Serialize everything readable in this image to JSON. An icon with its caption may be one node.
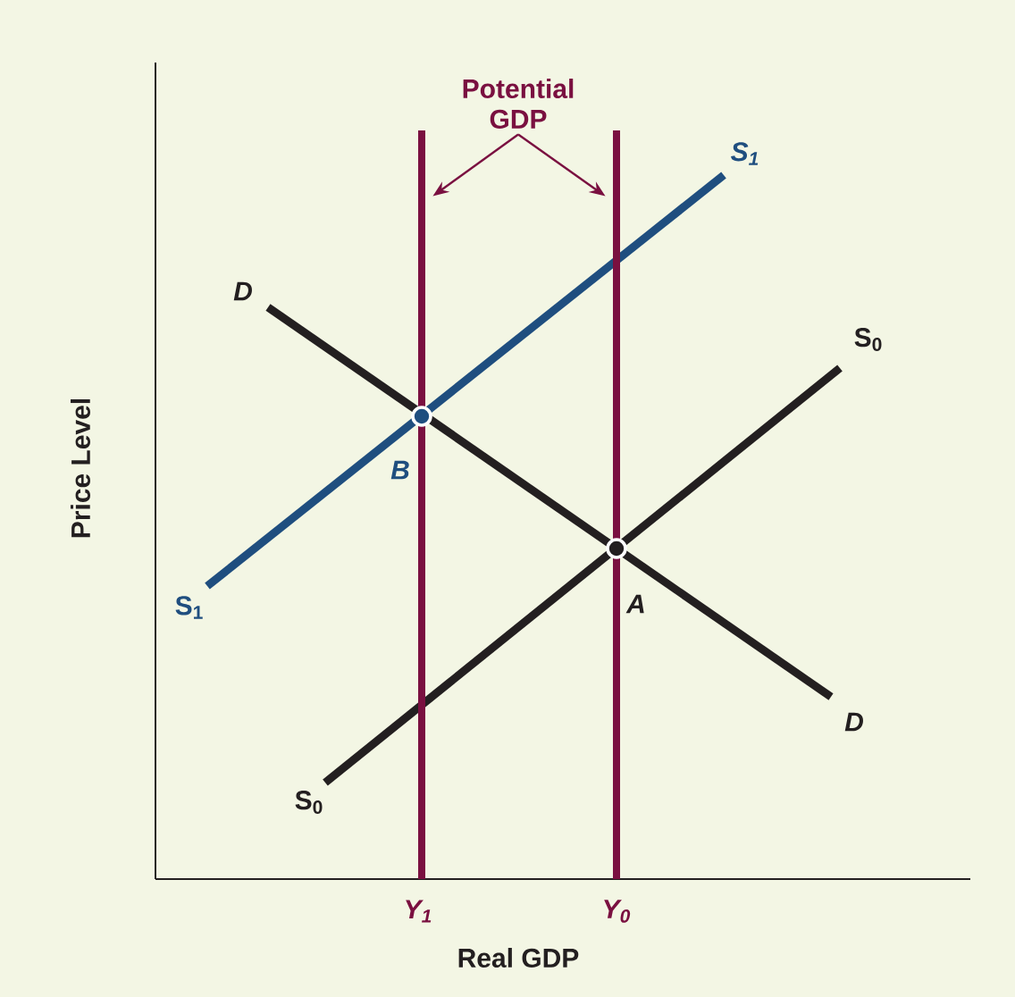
{
  "diagram": {
    "nodes": [
      {
        "text": [
          "Potential GDP"
        ]
      },
      {
        "text": [],
        "shape": "bar"
      },
      {
        "text": [],
        "shape": "bar"
      }
    ],
    "edges": [
      {
        "from": 0,
        "to": 1,
        "arrow": "to"
      },
      {
        "from": 0,
        "to": 2,
        "arrow": "to"
      }
    ],
    "labels": [
      "S$_{1}$",
      "D",
      "S$_{0}$",
      "B",
      "S$_{1}$",
      "A",
      "D",
      "S$_{0}$",
      "Y$_{1}$",
      "Y$_{0}$",
      "Real GDP",
      "Price Level"
    ]
  }
}
